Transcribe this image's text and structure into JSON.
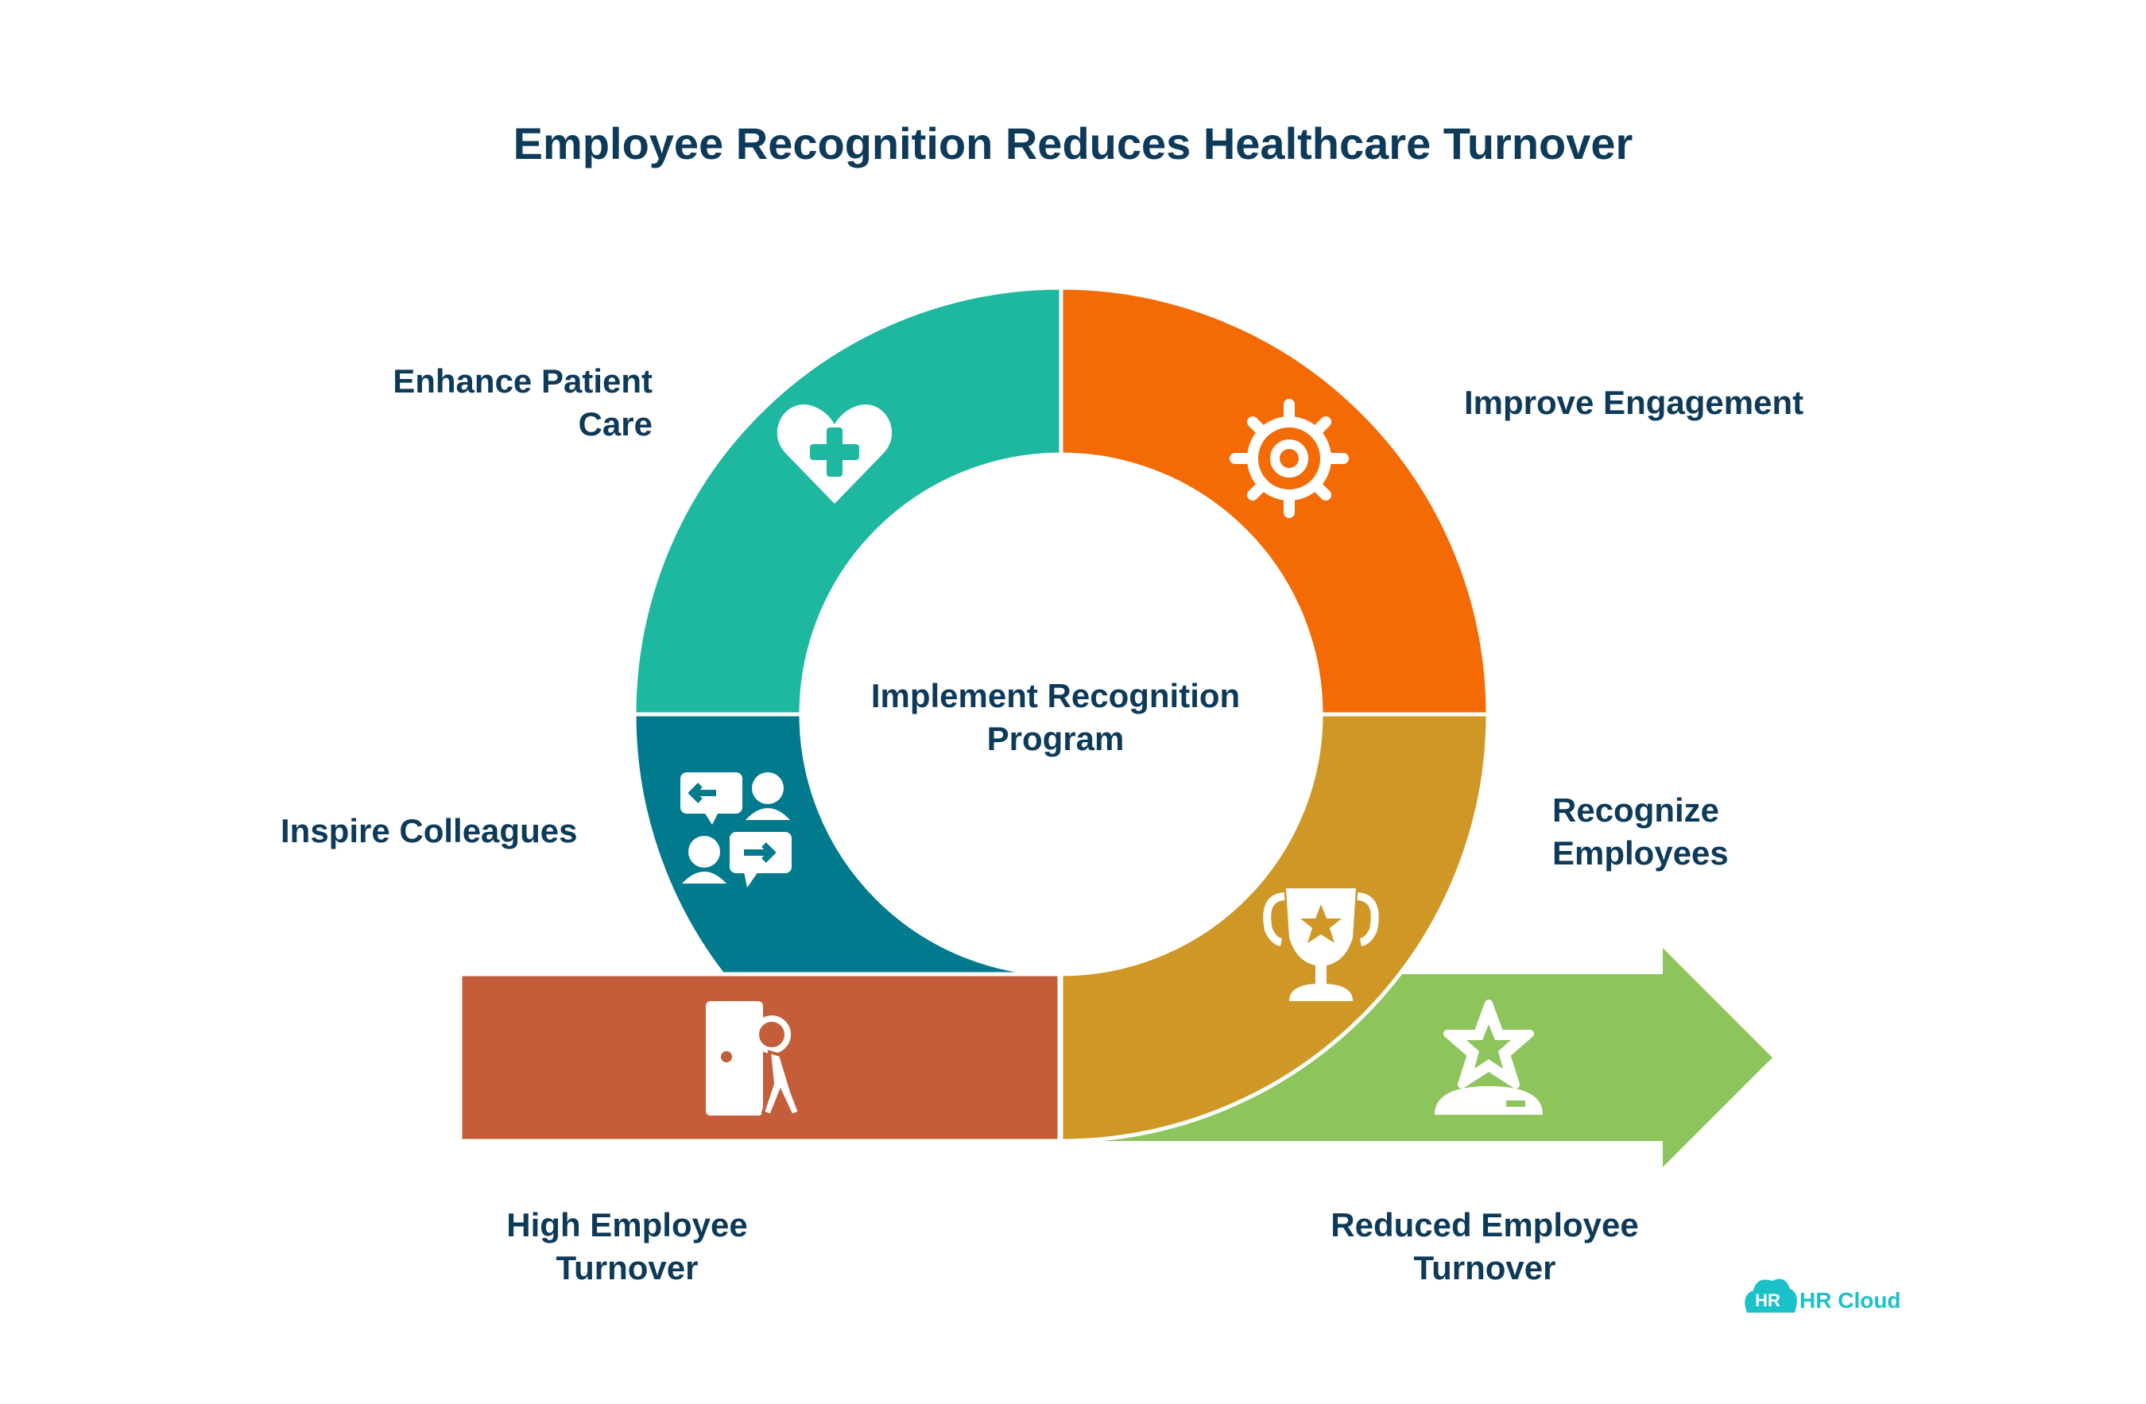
{
  "title": "Employee Recognition Reduces Healthcare Turnover",
  "center": {
    "line1": "Implement Recognition",
    "line2": "Program"
  },
  "segments": [
    {
      "label_line1": "Enhance Patient",
      "label_line2": "Care",
      "icon": "heart-plus-icon",
      "color": "#1db89f"
    },
    {
      "label_line1": "Improve Engagement",
      "icon": "gear-icon",
      "color": "#f46a04"
    },
    {
      "label_line1": "Recognize",
      "label_line2": "Employees",
      "icon": "trophy-icon",
      "color": "#cf9826"
    },
    {
      "label_line1": "Inspire Colleagues",
      "icon": "conversation-icon",
      "color": "#027a8e"
    }
  ],
  "start": {
    "label_line1": "High Employee",
    "label_line2": "Turnover",
    "icon": "person-leaving-icon",
    "color": "#c45d3a"
  },
  "end": {
    "label_line1": "Reduced Employee",
    "label_line2": "Turnover",
    "icon": "star-person-icon",
    "color": "#8dc45c"
  },
  "logo": {
    "badge": "HR",
    "text": "HR Cloud",
    "color": "#1bc1c9"
  }
}
